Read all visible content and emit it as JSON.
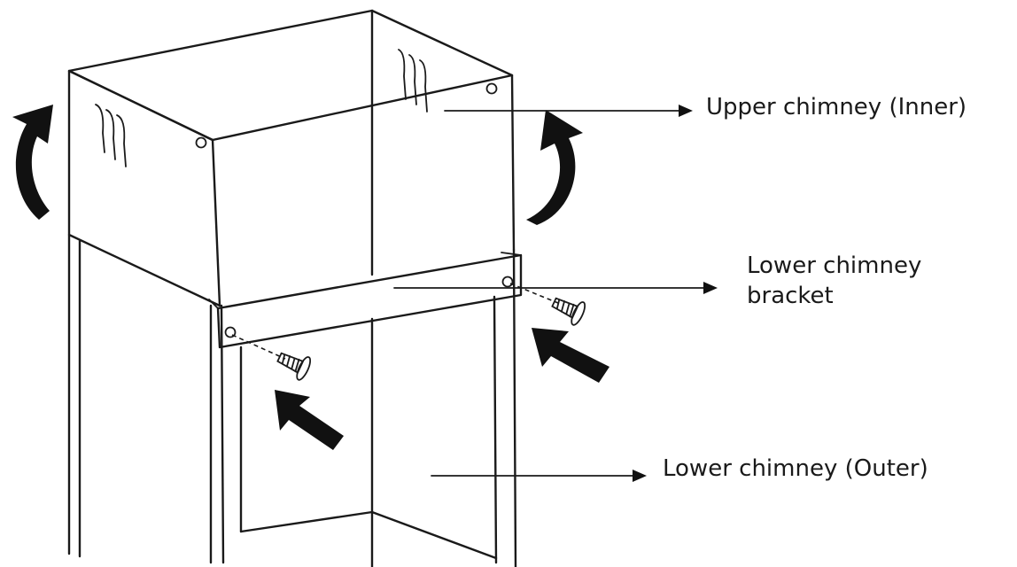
{
  "labels": {
    "upper_chimney": "Upper chimney (Inner)",
    "bracket_line1": "Lower chimney",
    "bracket_line2": "bracket",
    "lower_chimney": "Lower chimney (Outer)"
  },
  "colors": {
    "line": "#1a1a1a",
    "background": "#ffffff"
  },
  "icons": {
    "rotate": "curved-arrow-icon",
    "push": "insert-arrow-icon",
    "fastener": "screw-icon"
  }
}
